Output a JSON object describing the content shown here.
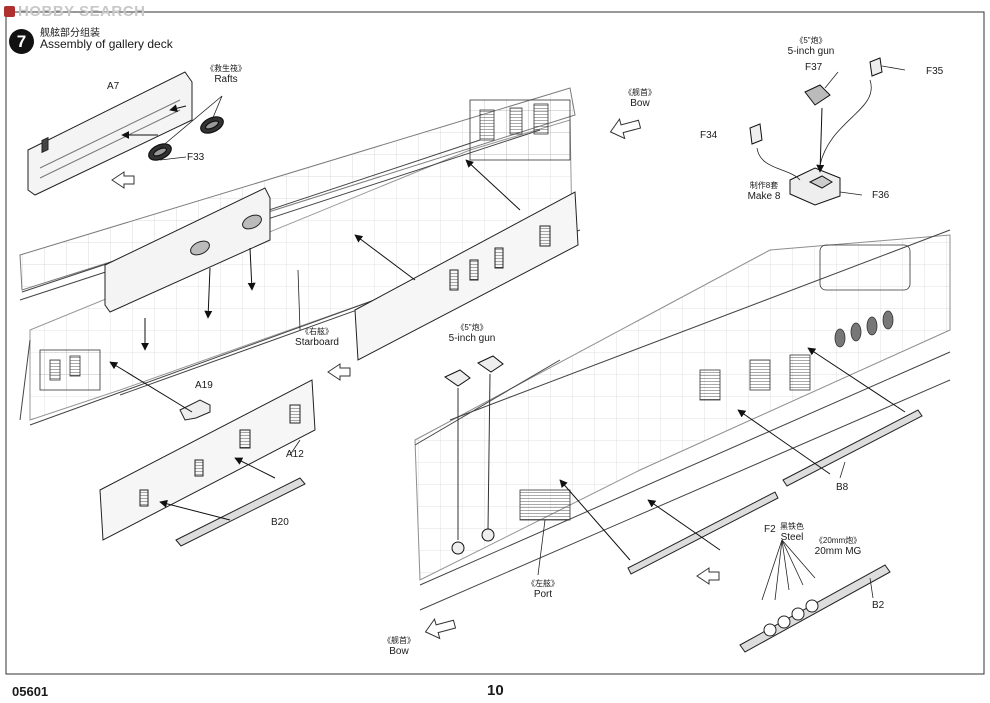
{
  "watermark": "HOBBY SEARCH",
  "step": {
    "number": "7",
    "title_zh": "舰舷部分组装",
    "title_en": "Assembly of gallery deck"
  },
  "labels": {
    "a7": "A7",
    "rafts": {
      "zh": "《救生筏》",
      "en": "Rafts"
    },
    "f33": "F33",
    "starboard": {
      "zh": "《右舷》",
      "en": "Starboard"
    },
    "a19": "A19",
    "a12": "A12",
    "b20": "B20",
    "bow_top": {
      "zh": "《舰首》",
      "en": "Bow"
    },
    "gun5_top": {
      "zh": "《5\"炮》",
      "en": "5-inch gun"
    },
    "f37": "F37",
    "f35": "F35",
    "f34": "F34",
    "make8": {
      "zh": "制作8套",
      "en": "Make 8"
    },
    "f36": "F36",
    "gun5_mid": {
      "zh": "《5\"炮》",
      "en": "5-inch gun"
    },
    "b8": "B8",
    "f2": "F2",
    "steel": {
      "zh": "黑铁色",
      "en": "Steel"
    },
    "mg20": {
      "zh": "《20mm炮》",
      "en": "20mm MG"
    },
    "port": {
      "zh": "《左舷》",
      "en": "Port"
    },
    "b2": "B2",
    "bow_bottom": {
      "zh": "《舰首》",
      "en": "Bow"
    }
  },
  "footer": {
    "code": "05601",
    "page": "10"
  }
}
